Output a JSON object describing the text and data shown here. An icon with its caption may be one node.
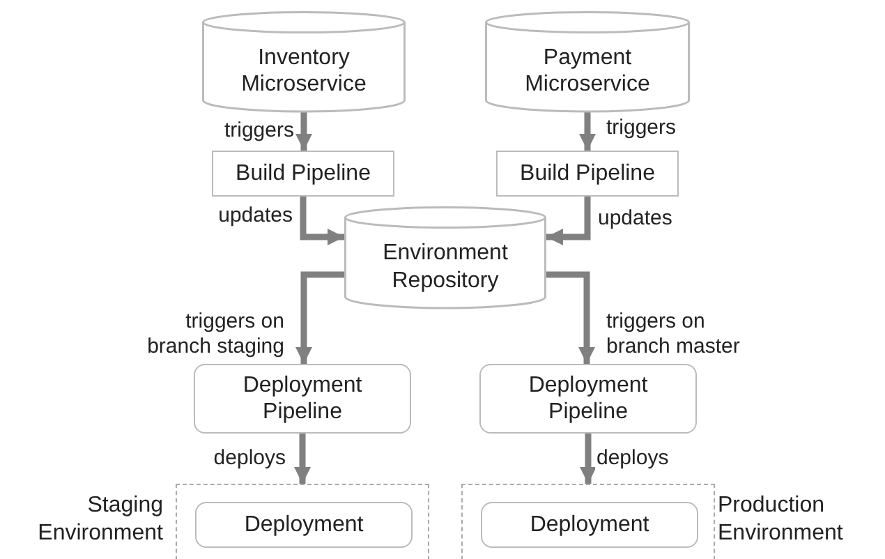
{
  "diagram": {
    "nodes": [
      {
        "text": [
          "Inventory Microservice"
        ]
      },
      {
        "text": [
          "Payment Microservice"
        ]
      },
      {
        "text": [
          "Build Pipeline"
        ]
      },
      {
        "text": [
          "Build Pipeline"
        ]
      },
      {
        "text": [
          "Environment Repository"
        ]
      },
      {
        "text": [
          "Deployment Pipeline"
        ]
      },
      {
        "text": [
          "Deployment Pipeline"
        ]
      },
      {
        "text": [
          "Staging Environment"
        ]
      },
      {
        "text": [
          "Deployment"
        ],
        "in": 7
      },
      {
        "text": [
          "Production Environment"
        ]
      },
      {
        "text": [
          "Deployment"
        ],
        "in": 9
      }
    ],
    "edges": [
      {
        "from": 0,
        "to": 2,
        "arrow": "to",
        "label": "triggers"
      },
      {
        "from": 1,
        "to": 3,
        "arrow": "to",
        "label": "triggers"
      },
      {
        "from": 2,
        "to": 4,
        "arrow": "to",
        "label": "updates"
      },
      {
        "from": 3,
        "to": 4,
        "arrow": "to",
        "label": "updates"
      },
      {
        "from": 4,
        "to": 5,
        "arrow": "to",
        "label": "triggers on branch staging"
      },
      {
        "from": 4,
        "to": 6,
        "arrow": "to",
        "label": "triggers on branch master"
      },
      {
        "from": 5,
        "to": 7,
        "arrow": "to",
        "label": "deploys"
      },
      {
        "from": 6,
        "to": 9,
        "arrow": "to",
        "label": "deploys"
      }
    ]
  }
}
